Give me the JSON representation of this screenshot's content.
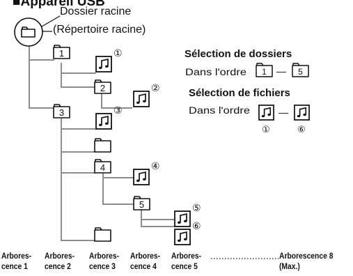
{
  "header": {
    "title": "■Appareil USB"
  },
  "root": {
    "line1": "Dossier racine",
    "line2": "(Répertoire racine)"
  },
  "folders": [
    "1",
    "2",
    "3",
    "4",
    "5"
  ],
  "files": [
    "①",
    "②",
    "③",
    "④",
    "⑤",
    "⑥"
  ],
  "legend": {
    "folder_selection": {
      "title": "Sélection de dossiers",
      "order_text": "Dans l'ordre",
      "from": "1",
      "to": "5"
    },
    "file_selection": {
      "title": "Sélection de fichiers",
      "order_text": "Dans l'ordre",
      "from": "①",
      "to": "⑥"
    },
    "dash": "—"
  },
  "levels": [
    {
      "line1": "Arbores-",
      "line2": "cence 1"
    },
    {
      "line1": "Arbores-",
      "line2": "cence 2"
    },
    {
      "line1": "Arbores-",
      "line2": "cence 3"
    },
    {
      "line1": "Arbores-",
      "line2": "cence 4"
    },
    {
      "line1": "Arbores-",
      "line2": "cence 5"
    },
    {
      "line1": "Arborescence 8",
      "line2": "(Max.)"
    }
  ],
  "colors": {
    "connector": "#8c8c8c",
    "stroke": "#111111"
  }
}
